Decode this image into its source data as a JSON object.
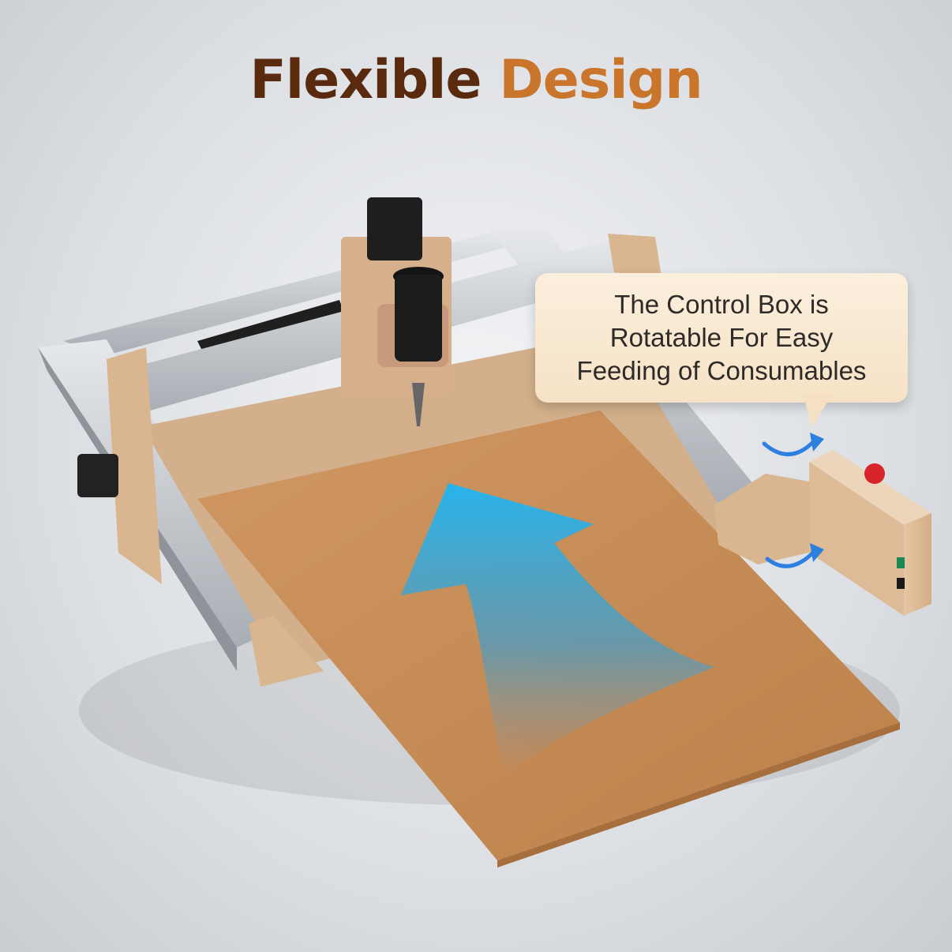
{
  "headline": {
    "word1": "Flexible",
    "word2": "Design"
  },
  "callout": {
    "line1": "The Control Box is",
    "line2": "Rotatable For Easy",
    "line3": "Feeding of Consumables"
  },
  "colors": {
    "headline_dark": "#5a2a0e",
    "headline_light": "#c9752c",
    "callout_bg": "#f8e7cf",
    "arrow_blue": "#2aa6df",
    "board": "#c58a52",
    "frame_gold": "#d8b48e",
    "rail_silver": "#c9ccd0"
  },
  "icons": {
    "feed_arrow": "up-arrow-icon",
    "rotate_top": "curved-arrow-icon",
    "rotate_bottom": "curved-arrow-icon"
  }
}
